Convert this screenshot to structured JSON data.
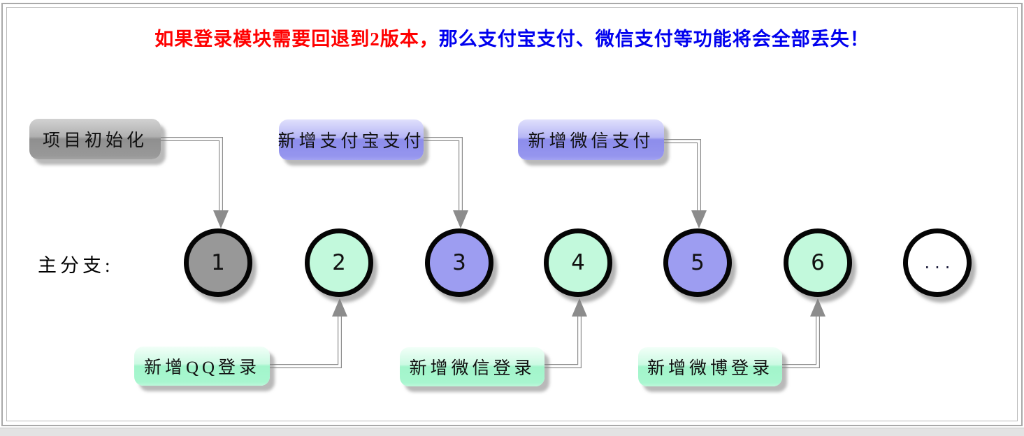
{
  "banner": {
    "red_text": "如果登录模块需要回退到2版本，",
    "blue_text": "那么支付宝支付、微信支付等功能将会全部丢失！"
  },
  "main_branch_label": "主分支:",
  "top_labels": [
    {
      "text": "项目初始化",
      "theme": "gray",
      "points_to_commit": "1"
    },
    {
      "text": "新增支付宝支付",
      "theme": "purple",
      "points_to_commit": "3"
    },
    {
      "text": "新增微信支付",
      "theme": "purple",
      "points_to_commit": "5"
    }
  ],
  "bottom_labels": [
    {
      "text": "新增QQ登录",
      "theme": "green",
      "points_to_commit": "2"
    },
    {
      "text": "新增微信登录",
      "theme": "green",
      "points_to_commit": "4"
    },
    {
      "text": "新增微博登录",
      "theme": "green",
      "points_to_commit": "6"
    }
  ],
  "commits": [
    {
      "label": "1",
      "theme": "gray"
    },
    {
      "label": "2",
      "theme": "green"
    },
    {
      "label": "3",
      "theme": "purple"
    },
    {
      "label": "4",
      "theme": "green"
    },
    {
      "label": "5",
      "theme": "purple"
    },
    {
      "label": "6",
      "theme": "green"
    },
    {
      "label": "...",
      "theme": "white"
    }
  ],
  "colors": {
    "banner_red": "#ff0000",
    "banner_blue": "#0000ee",
    "gray_fill": "#989898",
    "green_fill": "#c2f9dc",
    "purple_fill": "#9d9df1",
    "connector": "#8c8c8c"
  }
}
